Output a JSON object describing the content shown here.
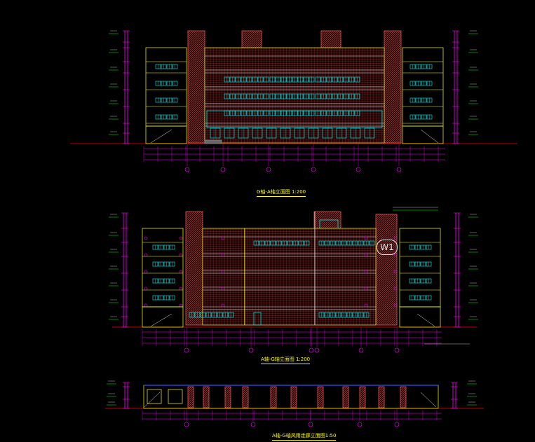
{
  "drawing": {
    "background": "#000000",
    "colors": {
      "outline": "#ffff00",
      "window": "#00ffff",
      "dimension": "#ff00ff",
      "hatch": "#ff6060",
      "ground": "#ff0000",
      "text": "#e6e6e6",
      "annotation": "#00ff00"
    },
    "views": [
      {
        "id": "view-g-a",
        "title": "G轴-A轴立面图 1:200"
      },
      {
        "id": "view-a-g",
        "title": "A轴-G轴立面图 1:200"
      },
      {
        "id": "view-a-g-ground",
        "title": "A轴-G轴风雨走廊立面图1:50"
      }
    ],
    "callout_label": "W1"
  }
}
